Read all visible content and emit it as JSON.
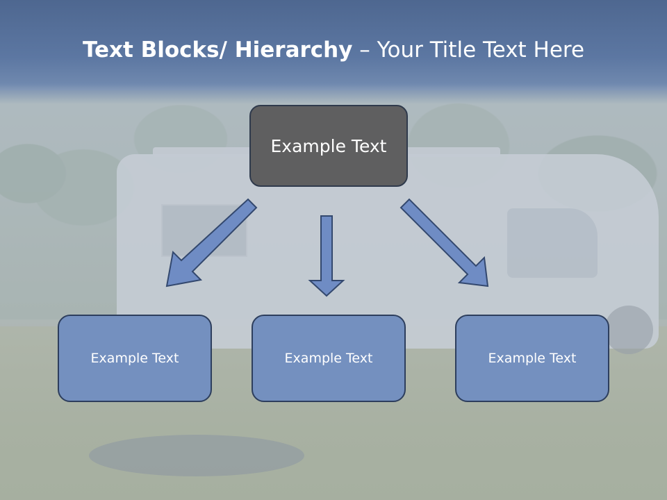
{
  "slide": {
    "title_bold": "Text Blocks/ Hierarchy",
    "title_separator": " – ",
    "title_rest": "Your Title Text Here"
  },
  "diagram": {
    "top_box": {
      "label": "Example Text",
      "color": "#5f5f60"
    },
    "children": [
      {
        "label": "Example Text",
        "color": "#7490bf"
      },
      {
        "label": "Example Text",
        "color": "#7490bf"
      },
      {
        "label": "Example Text",
        "color": "#7490bf"
      }
    ],
    "arrow_color": "#6f8cc4",
    "arrow_outline": "#33486e"
  },
  "colors": {
    "title_band": "#5c77a2",
    "title_text": "#ffffff"
  }
}
